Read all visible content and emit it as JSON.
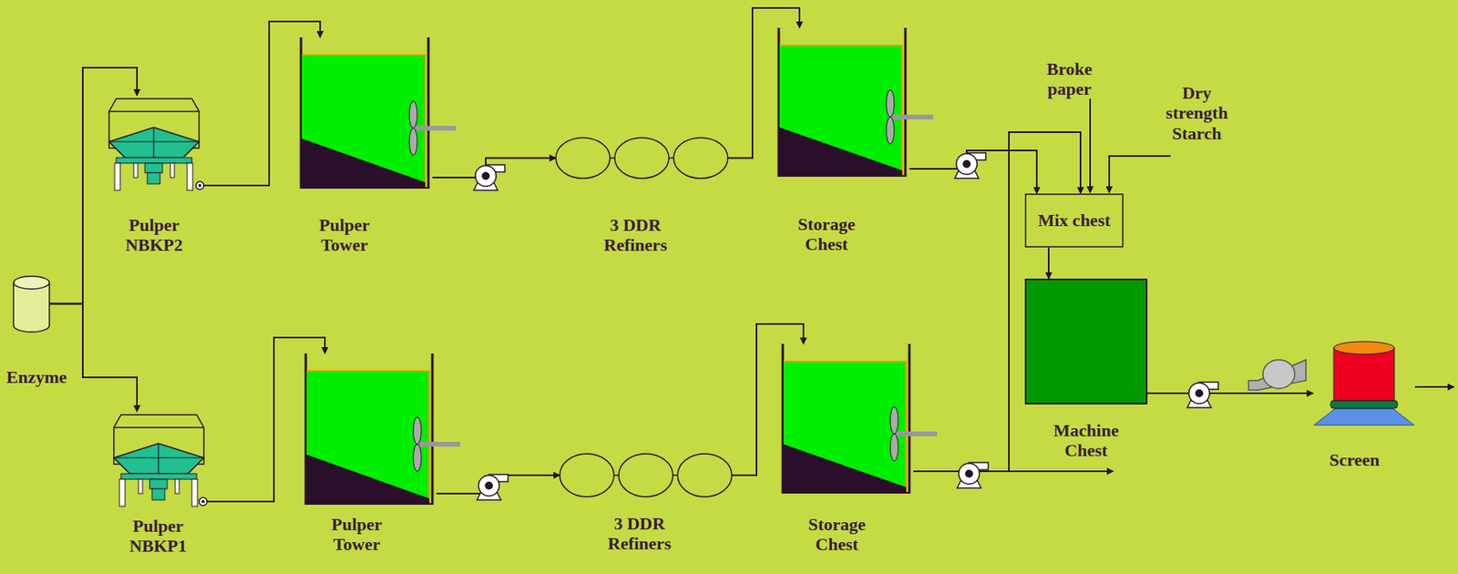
{
  "diagram": {
    "nodes": [
      {
        "text": [
          "Pulper NBKP2"
        ]
      },
      {
        "text": [
          "Pulper Tower"
        ]
      },
      {
        "text": [
          "3 DDR Refiners"
        ]
      },
      {
        "text": [
          "Storage Chest"
        ]
      },
      {
        "text": [
          "Mix chest"
        ]
      },
      {
        "text": [
          "Enzyme"
        ]
      },
      {
        "text": [
          "Machine Chest"
        ]
      },
      {
        "text": [
          "Screen"
        ]
      },
      {
        "text": [
          "Pulper NBKP1"
        ]
      },
      {
        "text": [
          "Pulper Tower"
        ]
      },
      {
        "text": [
          "3 DDR Refiners"
        ]
      },
      {
        "text": [
          "Storage Chest"
        ]
      }
    ],
    "edges": [
      {
        "from": 5,
        "to": 0,
        "arrow": "to"
      },
      {
        "from": 5,
        "to": 8,
        "arrow": "to"
      },
      {
        "from": 0,
        "to": 1,
        "arrow": "to"
      },
      {
        "from": 1,
        "to": 2,
        "arrow": "to"
      },
      {
        "from": 2,
        "to": 3,
        "arrow": "to"
      },
      {
        "from": 3,
        "to": 4,
        "arrow": "to"
      },
      {
        "from": 8,
        "to": 9,
        "arrow": "to"
      },
      {
        "from": 9,
        "to": 10,
        "arrow": "to"
      },
      {
        "from": 10,
        "to": 11,
        "arrow": "to"
      },
      {
        "from": 11,
        "to": 4,
        "arrow": "to"
      },
      {
        "from": 4,
        "to": 6,
        "arrow": "to"
      },
      {
        "from": 6,
        "to": 7,
        "arrow": "to"
      }
    ],
    "labels": [
      "Broke paper",
      "Dry strength Starch"
    ]
  }
}
